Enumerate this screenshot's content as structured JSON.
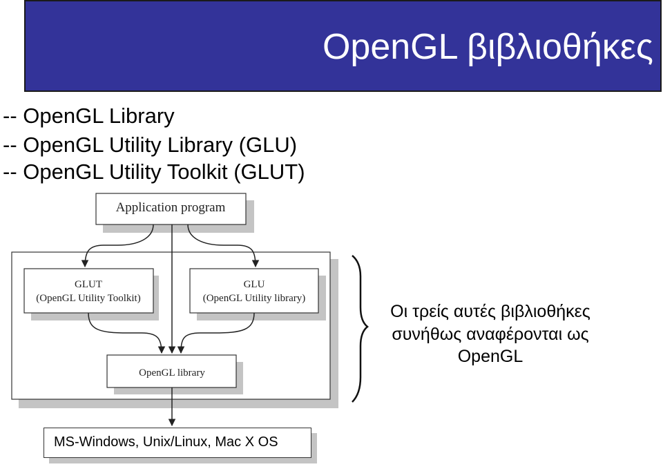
{
  "header": {
    "title": "OpenGL βιβλιοθήκες",
    "bg_color": "#333399"
  },
  "bullets": [
    "-- OpenGL Library",
    "-- OpenGL Utility Library (GLU)",
    "-- OpenGL Utility Toolkit (GLUT)"
  ],
  "diagram": {
    "app": "Application program",
    "glut_title": "GLUT",
    "glut_sub": "(OpenGL Utility Toolkit)",
    "glu_title": "GLU",
    "glu_sub": "(OpenGL Utility library)",
    "lib": "OpenGL library",
    "os": "MS-Windows,  Unix/Linux, Mac X OS"
  },
  "note": {
    "line1": "Οι τρείς αυτές βιβλιοθήκες",
    "line2": "συνήθως αναφέρονται ως",
    "line3": "OpenGL"
  }
}
